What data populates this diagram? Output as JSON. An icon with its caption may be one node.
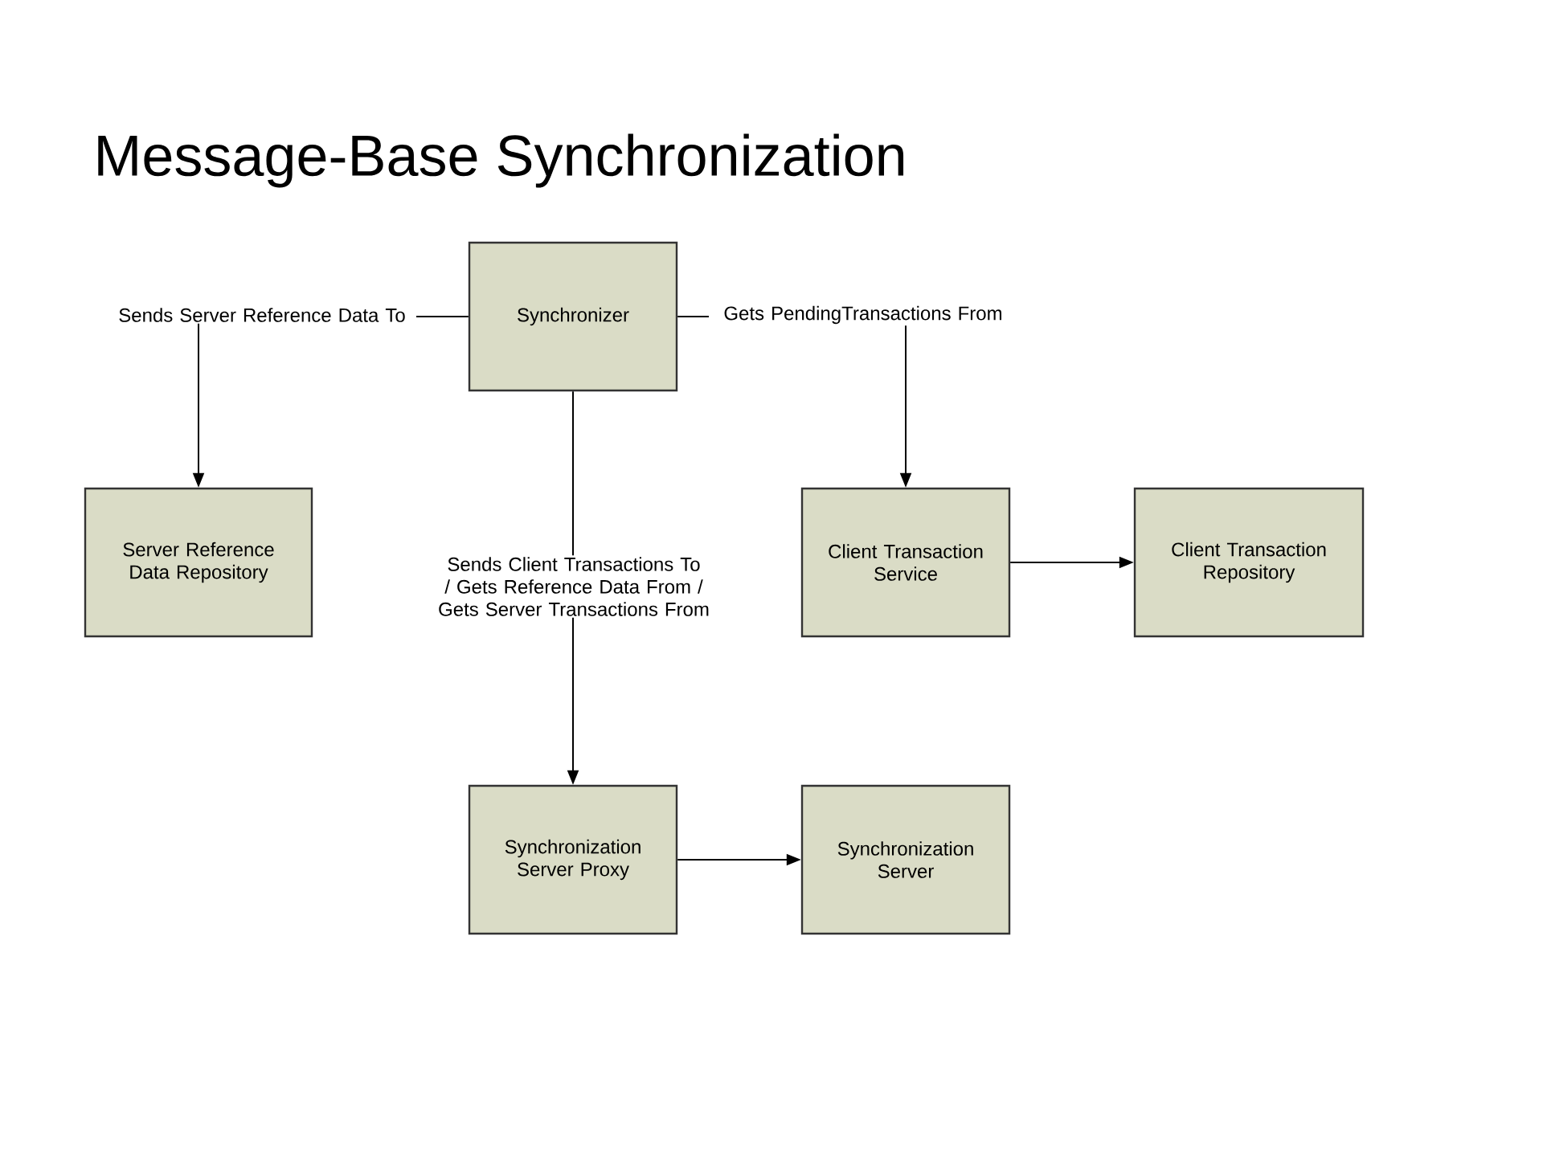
{
  "diagram": {
    "title": "Message-Base Synchronization",
    "nodes": [
      {
        "text": [
          "Synchronizer"
        ]
      },
      {
        "text": [
          "Server Reference Data Repository"
        ]
      },
      {
        "text": [
          "Client Transaction Service"
        ]
      },
      {
        "text": [
          "Client Transaction Repository"
        ]
      },
      {
        "text": [
          "Synchronization Server Proxy"
        ]
      },
      {
        "text": [
          "Synchronization Server"
        ]
      }
    ],
    "edges": [
      {
        "from": 0,
        "to": 1,
        "arrow": "to",
        "label": "Sends Server Reference Data To"
      },
      {
        "from": 0,
        "to": 2,
        "arrow": "to",
        "label": "Gets PendingTransactions From"
      },
      {
        "from": 0,
        "to": 4,
        "arrow": "to",
        "label": "Sends Client Transactions To / Gets Reference Data From / Gets Server Transactions From"
      },
      {
        "from": 2,
        "to": 3,
        "arrow": "to"
      },
      {
        "from": 4,
        "to": 5,
        "arrow": "to"
      }
    ]
  }
}
